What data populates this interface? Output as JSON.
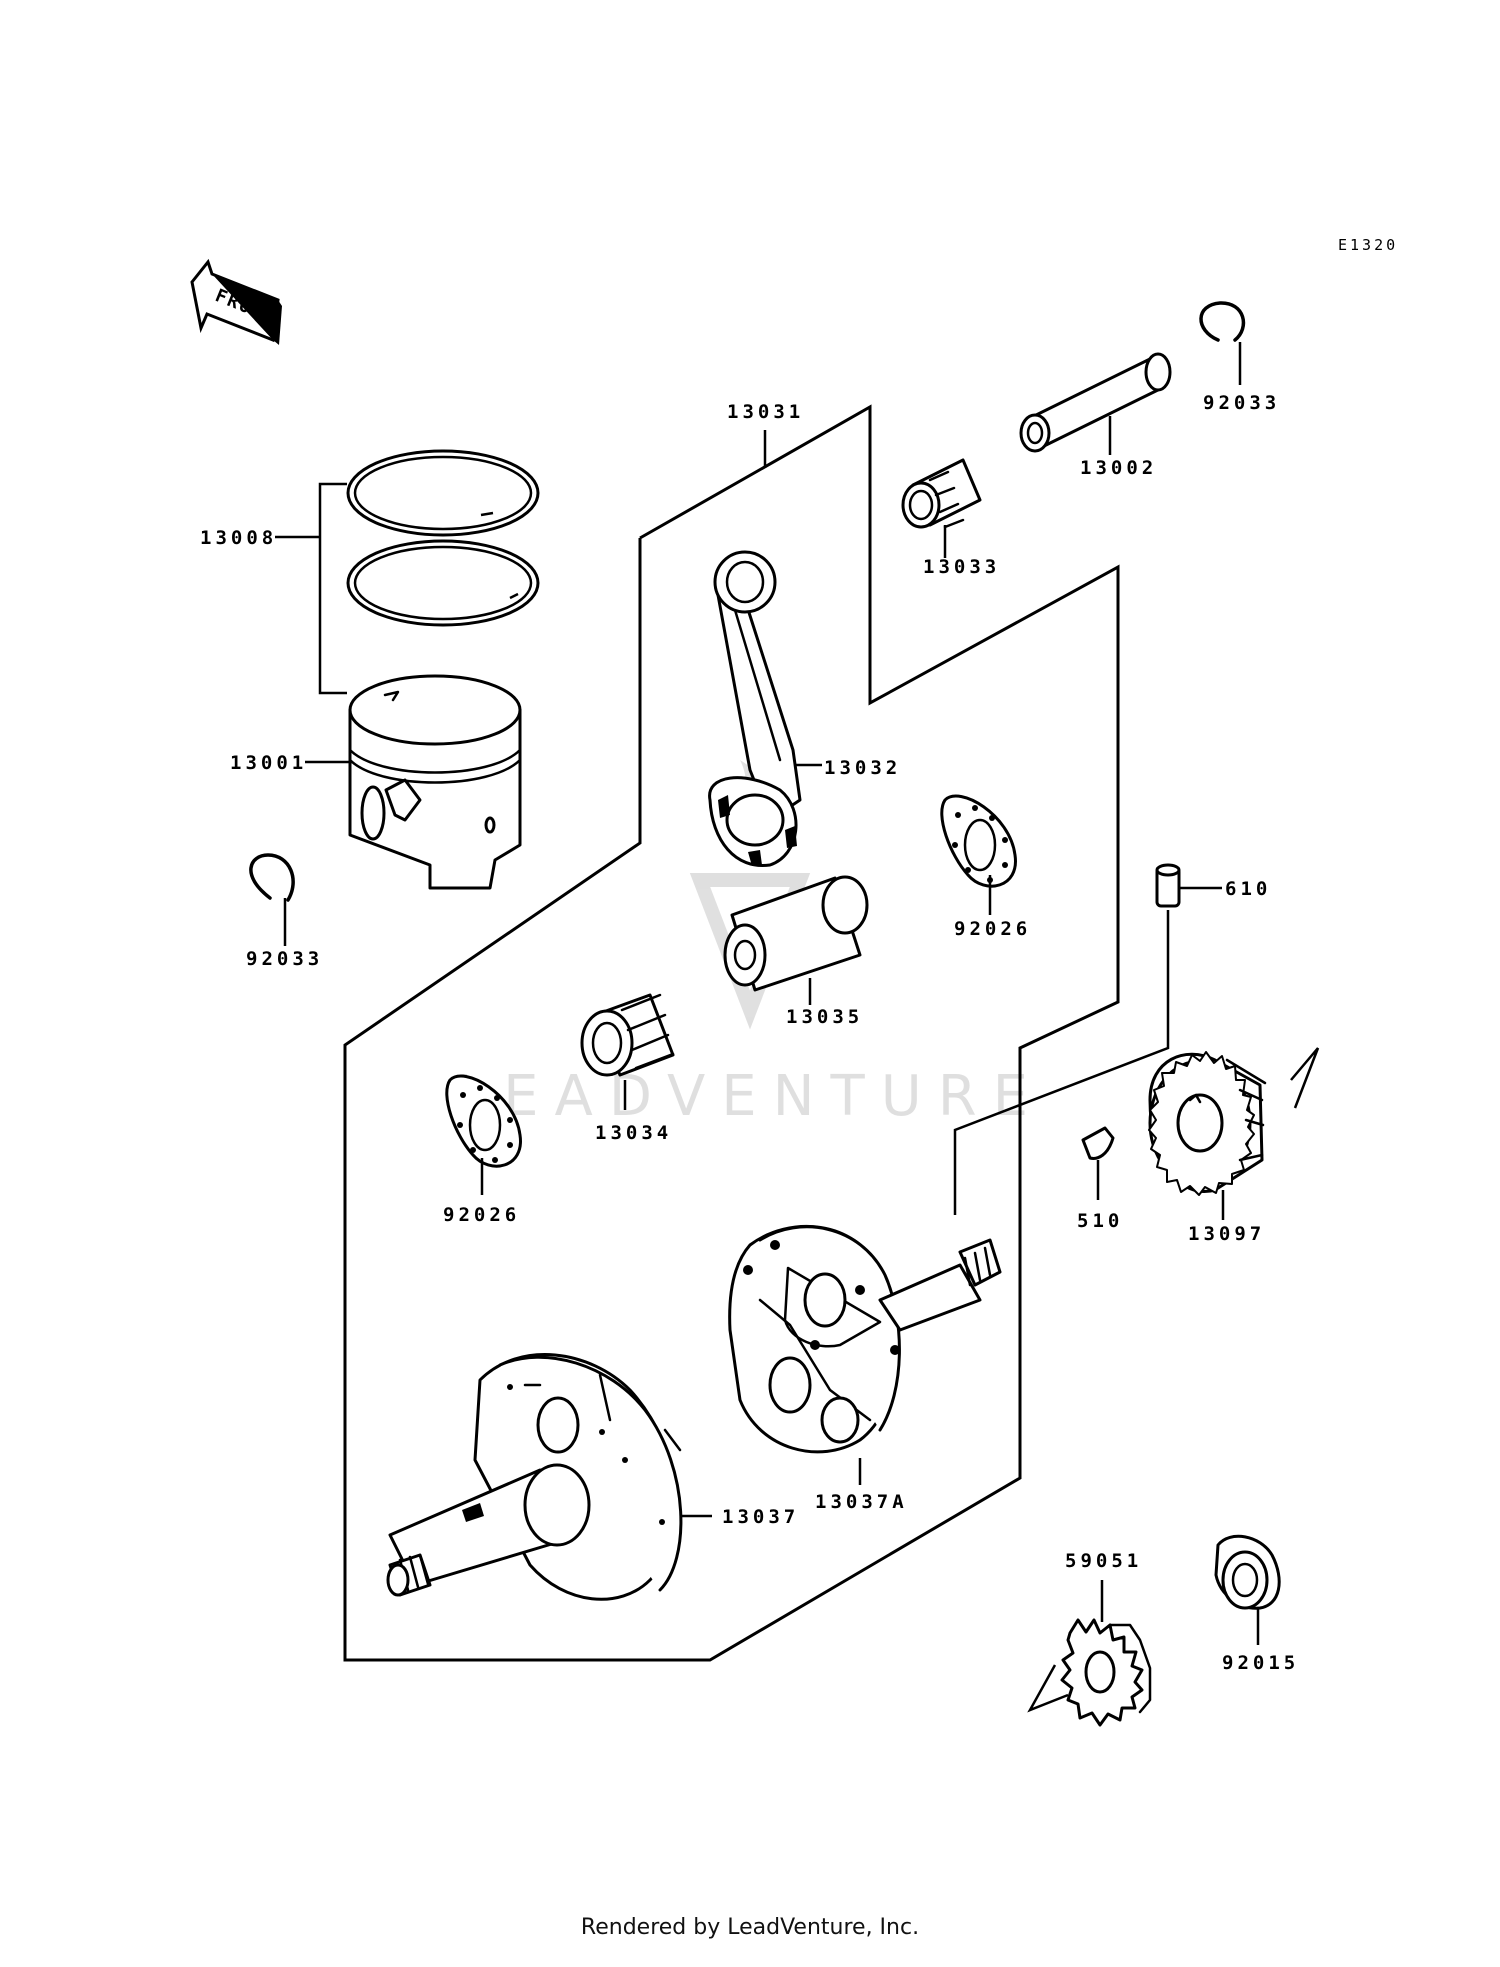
{
  "diagram": {
    "code": "E1320",
    "front_label": "FRONT",
    "watermark": "LEADVENTURE",
    "parts": [
      {
        "id": "p13008",
        "number": "13008"
      },
      {
        "id": "p13001",
        "number": "13001"
      },
      {
        "id": "p92033a",
        "number": "92033"
      },
      {
        "id": "p92033b",
        "number": "92033"
      },
      {
        "id": "p13031",
        "number": "13031"
      },
      {
        "id": "p13033",
        "number": "13033"
      },
      {
        "id": "p13002",
        "number": "13002"
      },
      {
        "id": "p13032",
        "number": "13032"
      },
      {
        "id": "p92026a",
        "number": "92026"
      },
      {
        "id": "p610",
        "number": "610"
      },
      {
        "id": "p13035",
        "number": "13035"
      },
      {
        "id": "p13034",
        "number": "13034"
      },
      {
        "id": "p92026b",
        "number": "92026"
      },
      {
        "id": "p510",
        "number": "510"
      },
      {
        "id": "p13097",
        "number": "13097"
      },
      {
        "id": "p13037A",
        "number": "13037A"
      },
      {
        "id": "p13037",
        "number": "13037"
      },
      {
        "id": "p59051",
        "number": "59051"
      },
      {
        "id": "p92015",
        "number": "92015"
      }
    ]
  },
  "footer": {
    "text": "Rendered by LeadVenture, Inc."
  }
}
